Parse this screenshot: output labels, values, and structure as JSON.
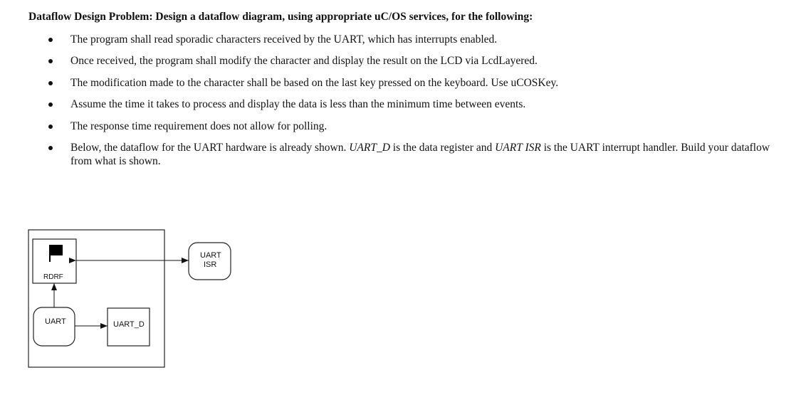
{
  "document": {
    "heading": "Dataflow Design Problem: Design a dataflow diagram, using appropriate uC/OS services, for the following:",
    "bullets": [
      {
        "text": "The program shall read sporadic characters received by the UART, which has interrupts enabled."
      },
      {
        "text": "Once received, the program shall modify the character and display the result on the LCD via LcdLayered."
      },
      {
        "text": "The modification made to the character shall be based on the last key pressed on the keyboard. Use uCOSKey."
      },
      {
        "text": "Assume the time it takes to process and display the data is less than the minimum time between events."
      },
      {
        "text": "The response time requirement does not allow for polling."
      },
      {
        "part1": "Below, the dataflow for the UART hardware is already shown. ",
        "em1": "UART_D",
        "part2": " is the data register and ",
        "em2": "UART ISR",
        "part3": " is the UART interrupt handler. Build your dataflow from what is shown."
      }
    ]
  },
  "diagram": {
    "flag_label": "RDRF",
    "uart_label": "UART",
    "register_label": "UART_D",
    "isr_line1": "UART",
    "isr_line2": "ISR"
  }
}
